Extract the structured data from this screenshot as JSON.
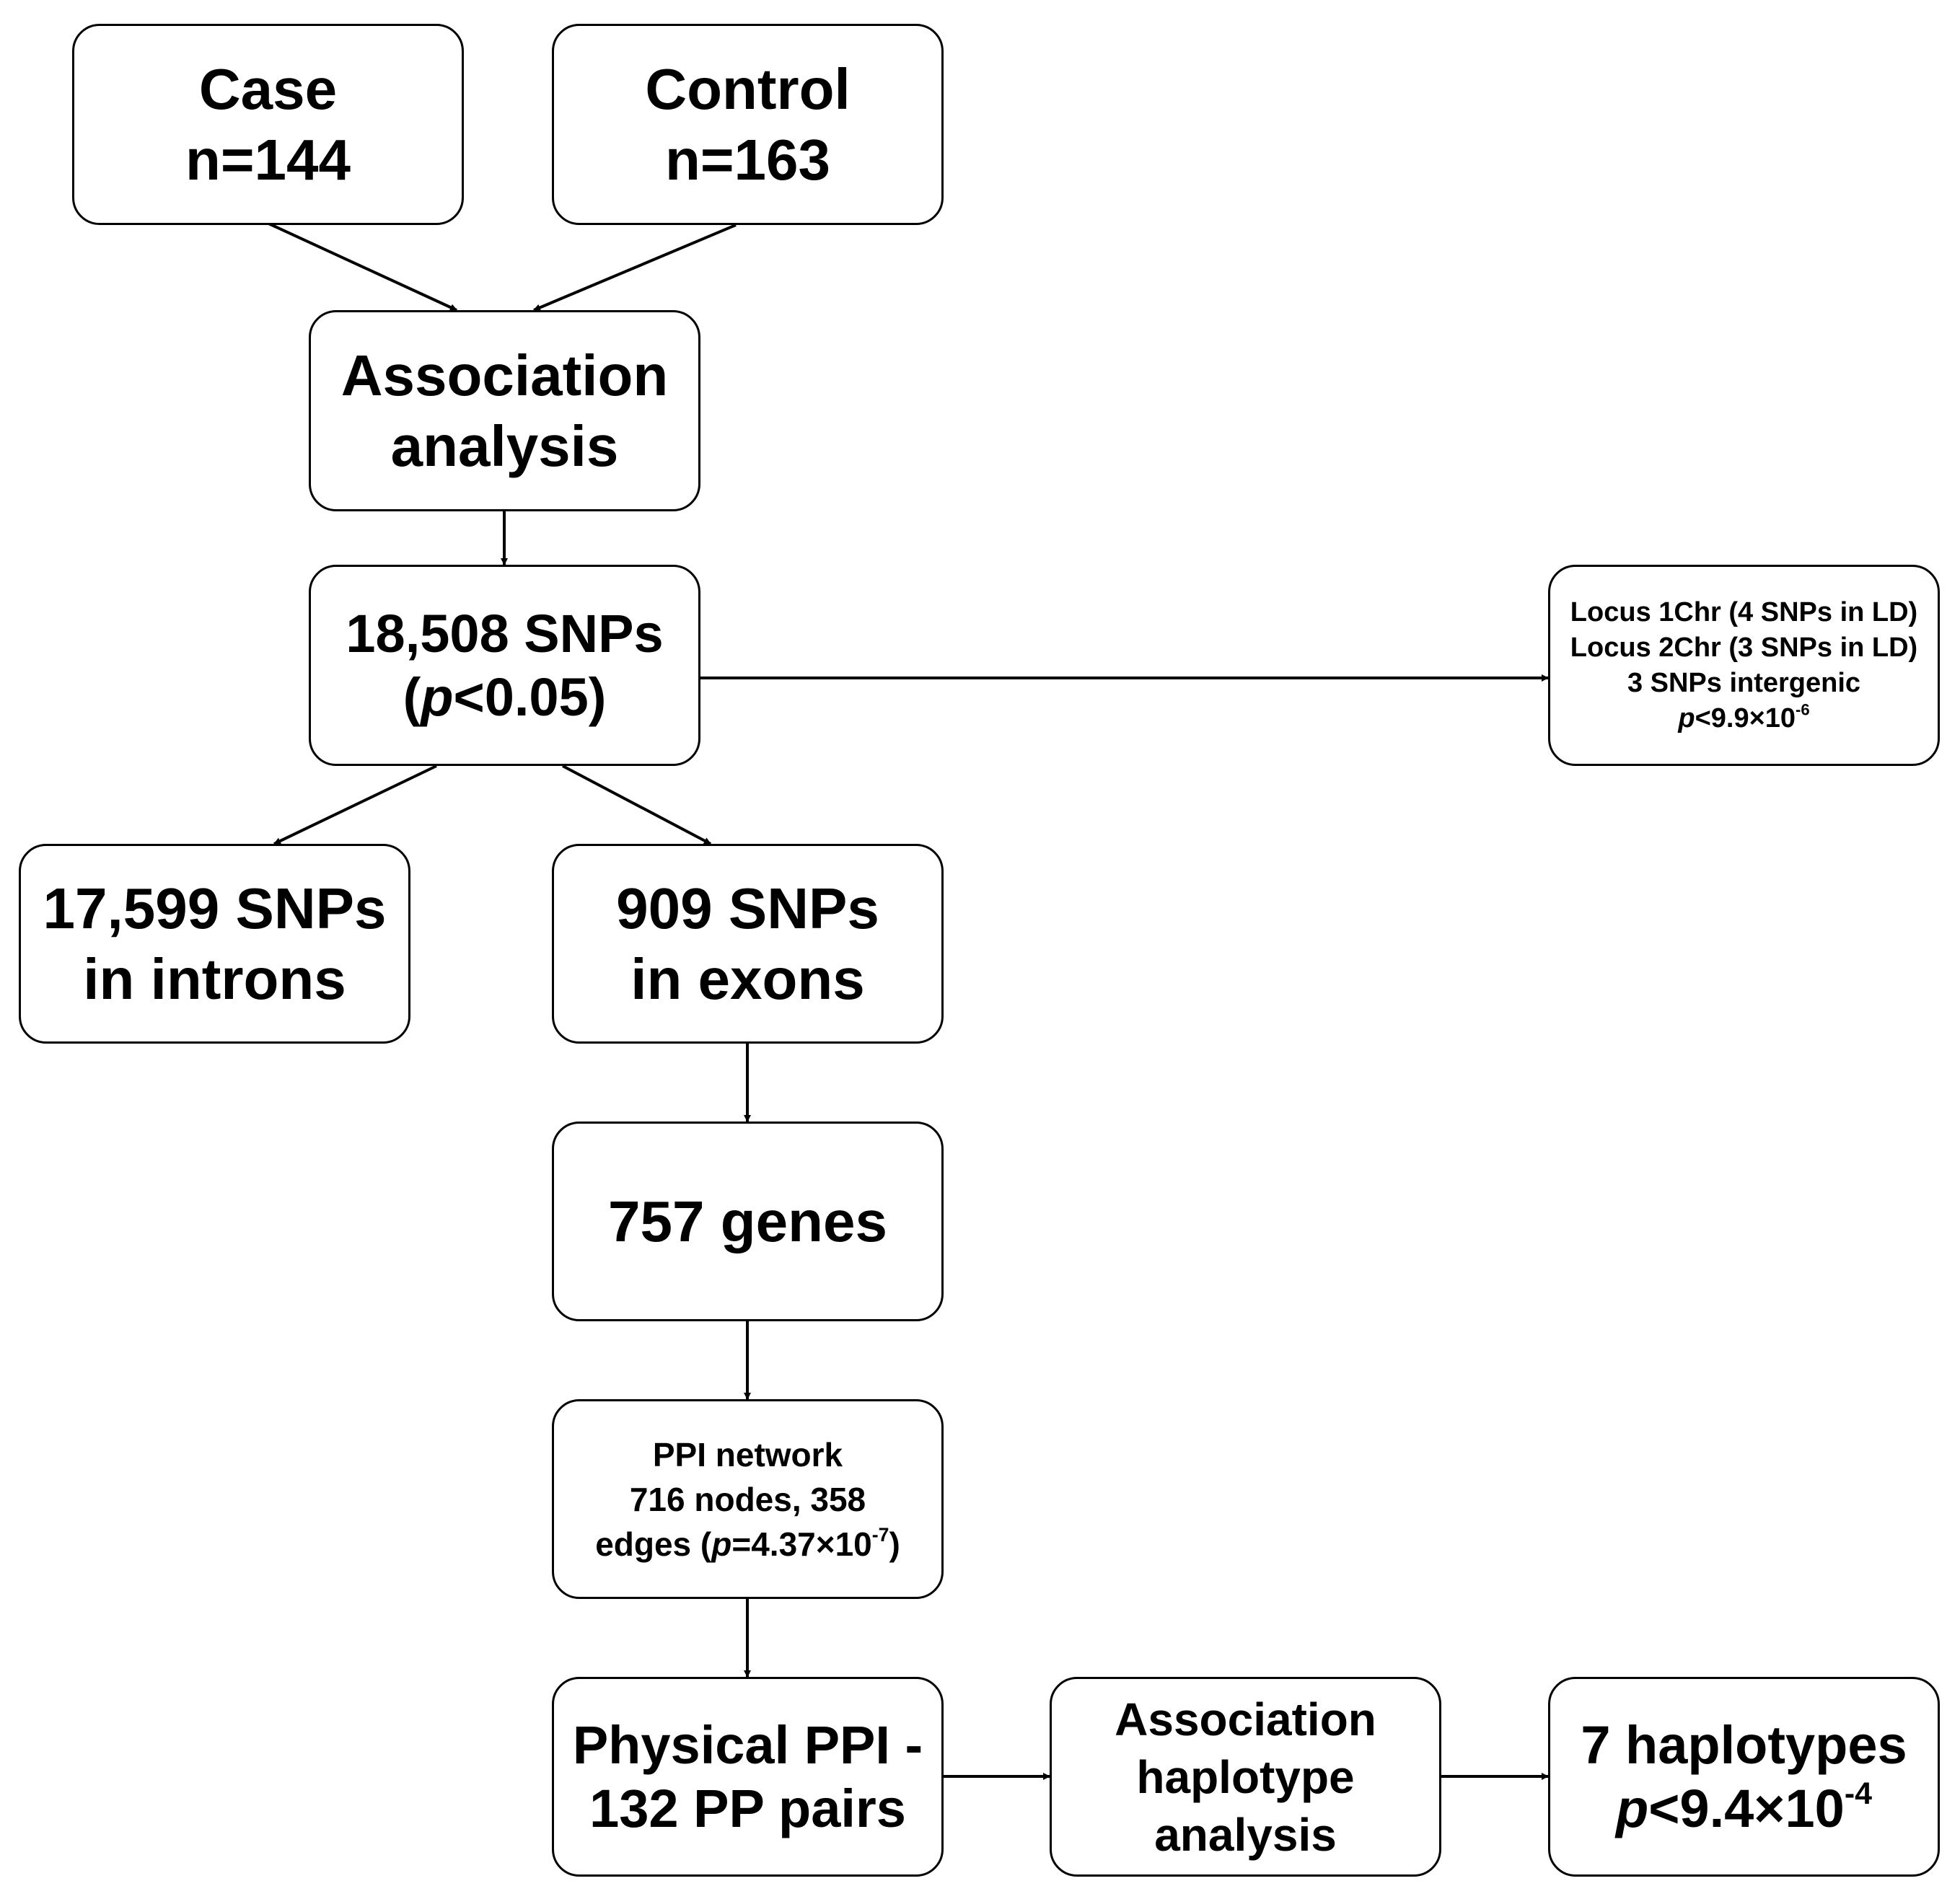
{
  "nodes": {
    "case": {
      "line1": "Case",
      "line2": "n=144"
    },
    "control": {
      "line1": "Control",
      "line2": "n=163"
    },
    "association": {
      "line1": "Association",
      "line2": "analysis"
    },
    "snps_total": {
      "line1": "18,508 SNPs",
      "line2_open": "(",
      "line2_italic": "p",
      "line2_rest": "<0.05)"
    },
    "introns": {
      "line1": "17,599 SNPs",
      "line2": "in introns"
    },
    "exons": {
      "line1": "909 SNPs",
      "line2": "in exons"
    },
    "genes": {
      "line1": "757 genes"
    },
    "ppi_network": {
      "line1": "PPI network",
      "line2": "716 nodes, 358",
      "line3_prefix": "edges (",
      "line3_italic": "p",
      "line3_value": "=4.37×10",
      "line3_exp": "-7",
      "line3_suffix": ")"
    },
    "physical_ppi": {
      "line1": "Physical PPI -",
      "line2": "132 PP pairs"
    },
    "haplotype_analysis": {
      "line1": "Association",
      "line2": "haplotype",
      "line3": "analysis"
    },
    "haplotypes": {
      "line1": "7 haplotypes",
      "line2_italic": "p",
      "line2_value": "<9.4×10",
      "line2_exp": "-4"
    },
    "locus": {
      "line1": "Locus 1Chr (4 SNPs in LD)",
      "line2": "Locus 2Chr (3 SNPs in LD)",
      "line3": "3 SNPs intergenic",
      "line4_italic": "p",
      "line4_value": "<9.9×10",
      "line4_exp": "-6"
    }
  },
  "edges": [
    {
      "from": "case",
      "to": "association"
    },
    {
      "from": "control",
      "to": "association"
    },
    {
      "from": "association",
      "to": "snps_total"
    },
    {
      "from": "snps_total",
      "to": "locus"
    },
    {
      "from": "snps_total",
      "to": "introns"
    },
    {
      "from": "snps_total",
      "to": "exons"
    },
    {
      "from": "exons",
      "to": "genes"
    },
    {
      "from": "genes",
      "to": "ppi_network"
    },
    {
      "from": "ppi_network",
      "to": "physical_ppi"
    },
    {
      "from": "physical_ppi",
      "to": "haplotype_analysis"
    },
    {
      "from": "haplotype_analysis",
      "to": "haplotypes"
    }
  ],
  "colors": {
    "stroke": "#000000",
    "background": "#ffffff"
  }
}
